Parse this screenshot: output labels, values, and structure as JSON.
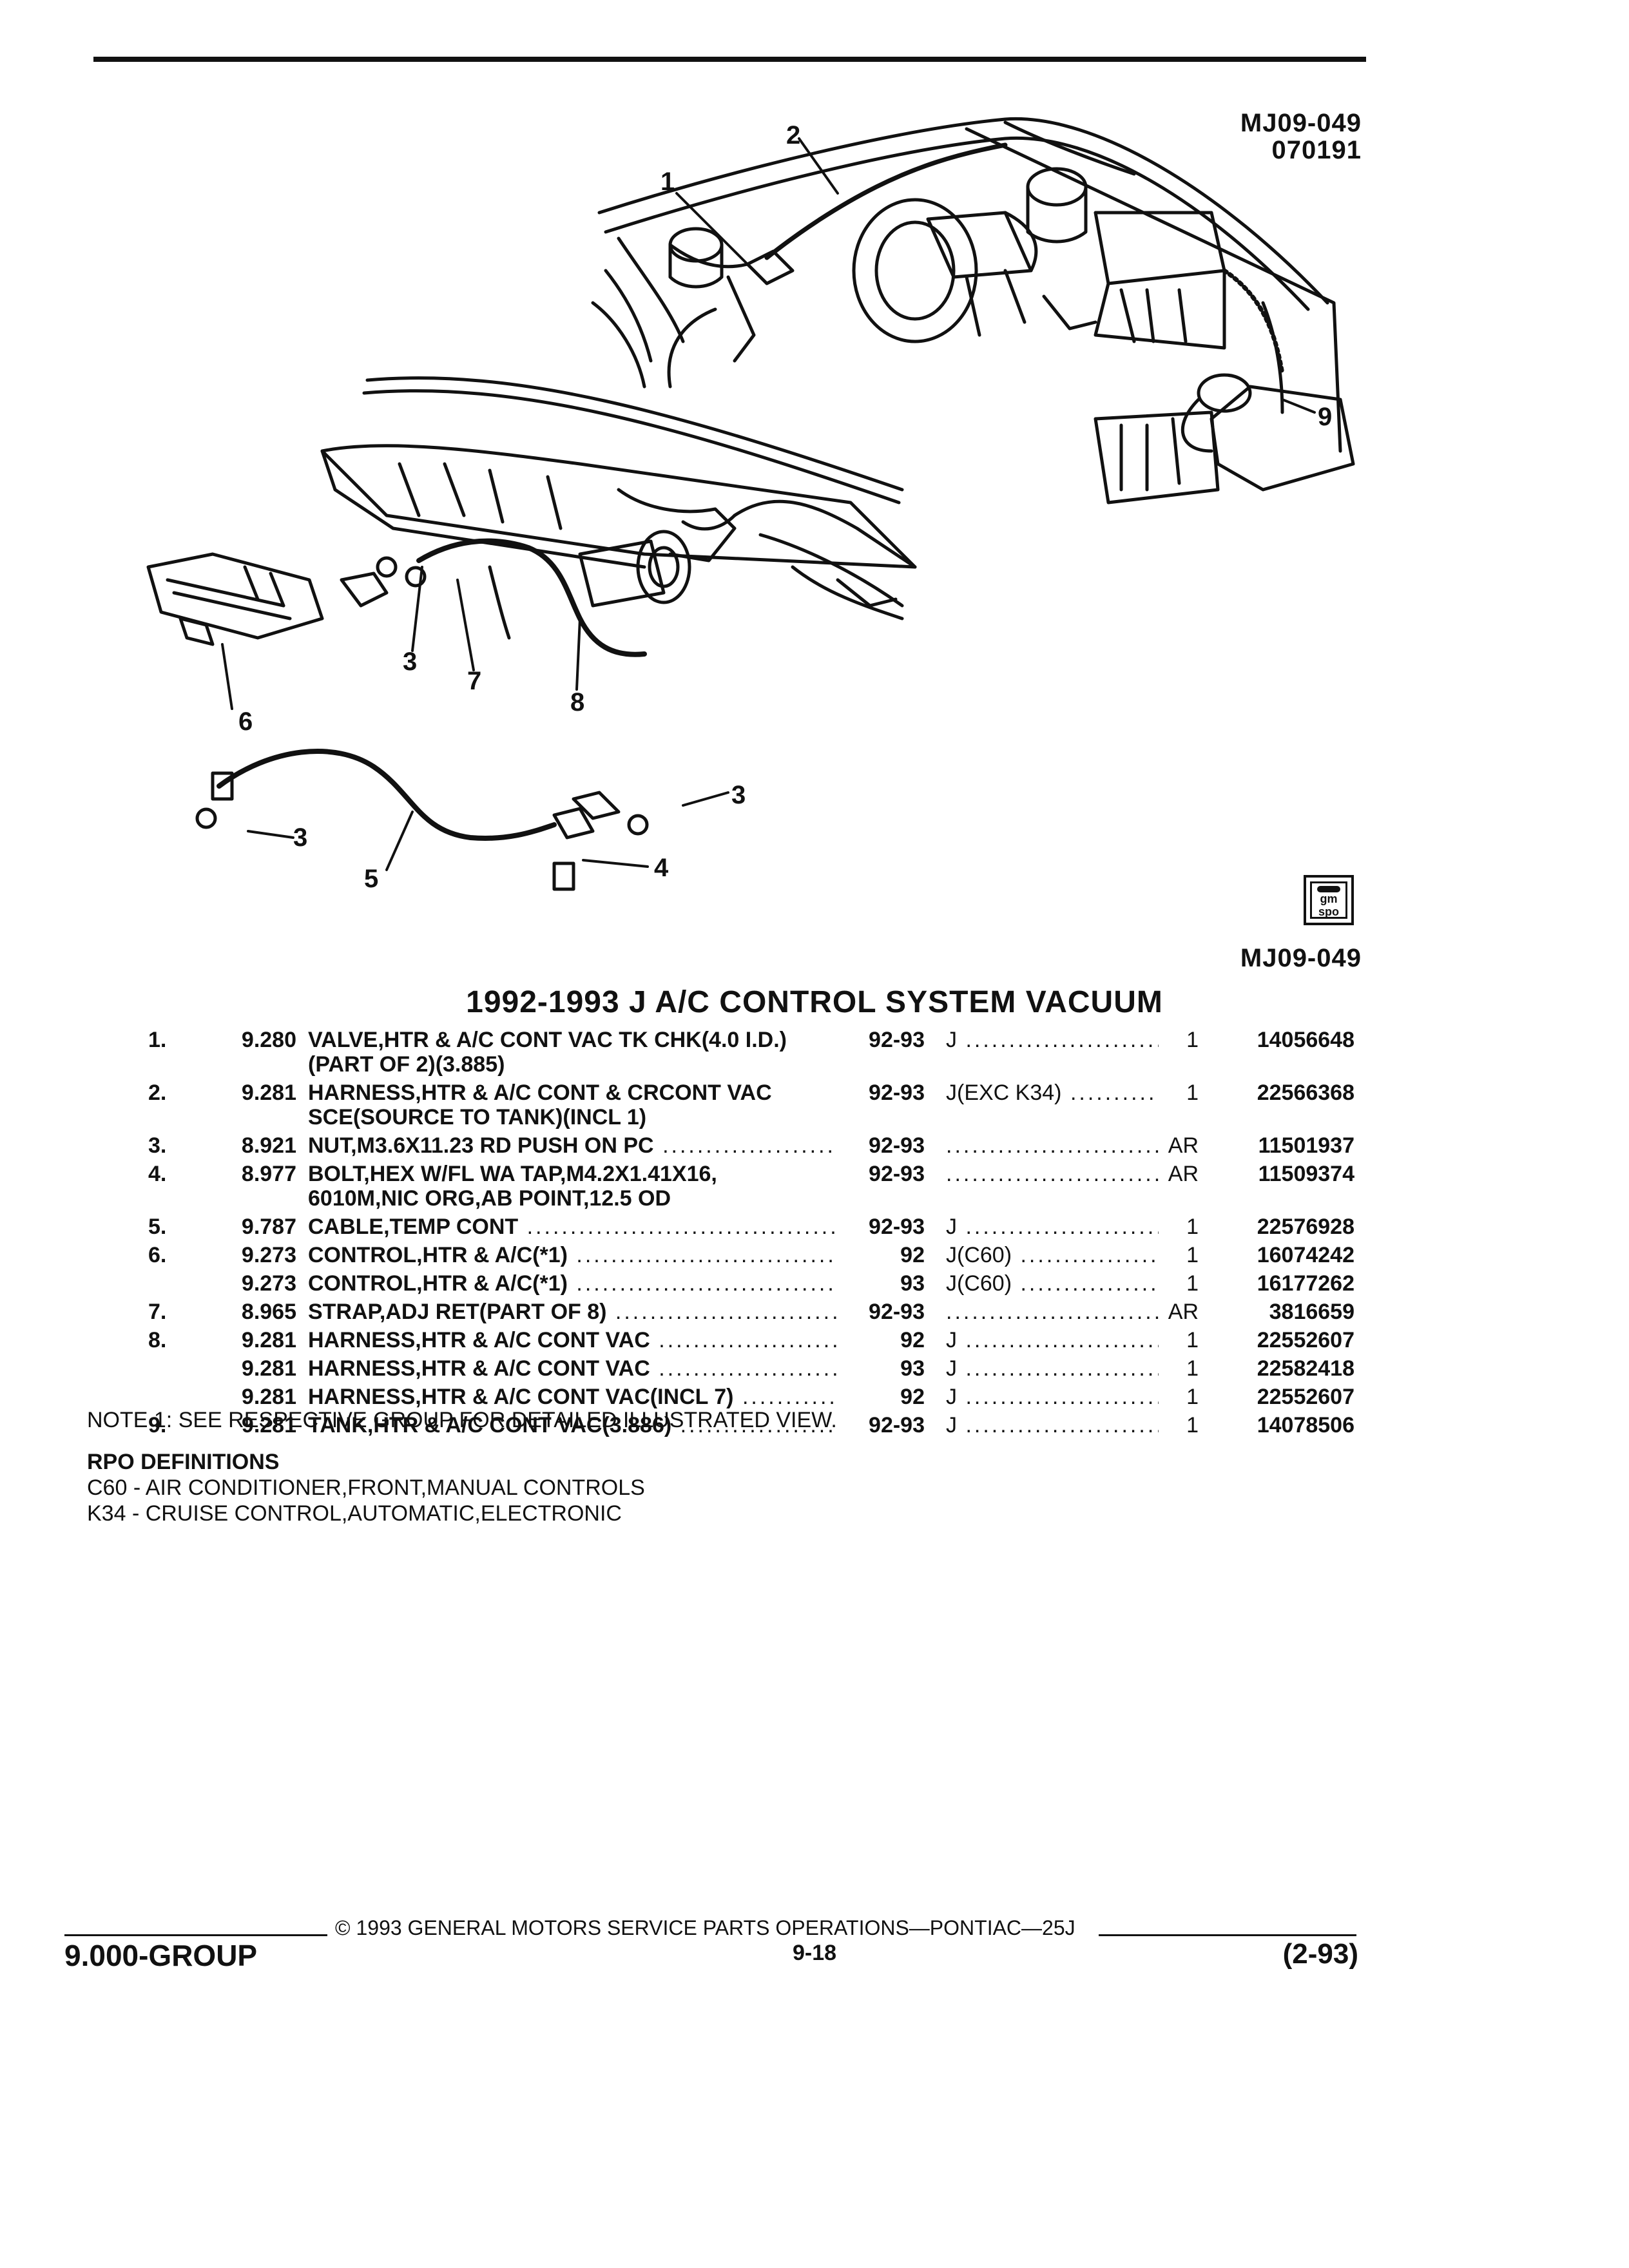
{
  "header": {
    "illustration_id": "MJ09-049",
    "illustration_date": "070191",
    "illustration_id_bottom": "MJ09-049",
    "logo_text": "gm spo"
  },
  "callouts": [
    "1",
    "2",
    "3",
    "7",
    "8",
    "6",
    "3",
    "5",
    "4",
    "3",
    "9"
  ],
  "title": "1992-1993 J A/C CONTROL SYSTEM VACUUM",
  "parts": [
    {
      "ref": "1.",
      "group": "9.280",
      "name": "VALVE",
      "desc": ",HTR & A/C CONT VAC TK CHK(4.0 I.D.)",
      "desc2": "(PART OF 2)(3.885)",
      "years": "92-93",
      "usage": "J",
      "qty": "1",
      "part": "14056648"
    },
    {
      "ref": "2.",
      "group": "9.281",
      "name": "HARNESS",
      "desc": ",HTR & A/C CONT & CRCONT VAC",
      "desc2": "SCE(SOURCE TO TANK)(INCL 1)",
      "years": "92-93",
      "usage": "J(EXC K34)",
      "qty": "1",
      "part": "22566368"
    },
    {
      "ref": "3.",
      "group": "8.921",
      "name": "NUT",
      "desc": ",M3.6X11.23 RD PUSH ON PC",
      "desc2": "",
      "years": "92-93",
      "usage": "",
      "qty": "AR",
      "part": "11501937"
    },
    {
      "ref": "4.",
      "group": "8.977",
      "name": "BOLT",
      "desc": ",HEX W/FL WA TAP,M4.2X1.41X16,",
      "desc2": "6010M,NIC ORG,AB POINT,12.5 OD",
      "years": "92-93",
      "usage": "",
      "qty": "AR",
      "part": "11509374"
    },
    {
      "ref": "5.",
      "group": "9.787",
      "name": "CABLE",
      "desc": ",TEMP CONT",
      "desc2": "",
      "years": "92-93",
      "usage": "J",
      "qty": "1",
      "part": "22576928"
    },
    {
      "ref": "6.",
      "group": "9.273",
      "name": "CONTROL",
      "desc": ",HTR & A/C(*1)",
      "desc2": "",
      "years": "92",
      "usage": "J(C60)",
      "qty": "1",
      "part": "16074242"
    },
    {
      "ref": "",
      "group": "9.273",
      "name": "CONTROL",
      "desc": ",HTR & A/C(*1)",
      "desc2": "",
      "years": "93",
      "usage": "J(C60)",
      "qty": "1",
      "part": "16177262"
    },
    {
      "ref": "7.",
      "group": "8.965",
      "name": "STRAP",
      "desc": ",ADJ RET(PART OF 8)",
      "desc2": "",
      "years": "92-93",
      "usage": "",
      "qty": "AR",
      "part": "3816659"
    },
    {
      "ref": "8.",
      "group": "9.281",
      "name": "HARNESS",
      "desc": ",HTR & A/C CONT VAC",
      "desc2": "",
      "years": "92",
      "usage": "J",
      "qty": "1",
      "part": "22552607"
    },
    {
      "ref": "",
      "group": "9.281",
      "name": "HARNESS",
      "desc": ",HTR & A/C CONT VAC",
      "desc2": "",
      "years": "93",
      "usage": "J",
      "qty": "1",
      "part": "22582418"
    },
    {
      "ref": "",
      "group": "9.281",
      "name": "HARNESS",
      "desc": ",HTR & A/C CONT VAC(INCL 7)",
      "desc2": "",
      "years": "92",
      "usage": "J",
      "qty": "1",
      "part": "22552607"
    },
    {
      "ref": "9.",
      "group": "9.281",
      "name": "TANK",
      "desc": ",HTR & A/C CONT VAC(3.886)",
      "desc2": "",
      "years": "92-93",
      "usage": "J",
      "qty": "1",
      "part": "14078506"
    }
  ],
  "note": "NOTE  1:  SEE RESPECTIVE GROUP FOR DETAILED ILLUSTRATED VIEW.",
  "rpo": {
    "heading": "RPO DEFINITIONS",
    "items": [
      "C60 - AIR CONDITIONER,FRONT,MANUAL CONTROLS",
      "K34 - CRUISE CONTROL,AUTOMATIC,ELECTRONIC"
    ]
  },
  "footer": {
    "group": "9.000-GROUP",
    "copyright": "© 1993  GENERAL MOTORS SERVICE PARTS OPERATIONS—PONTIAC—25J",
    "page": "9-18",
    "revision": "(2-93)"
  }
}
